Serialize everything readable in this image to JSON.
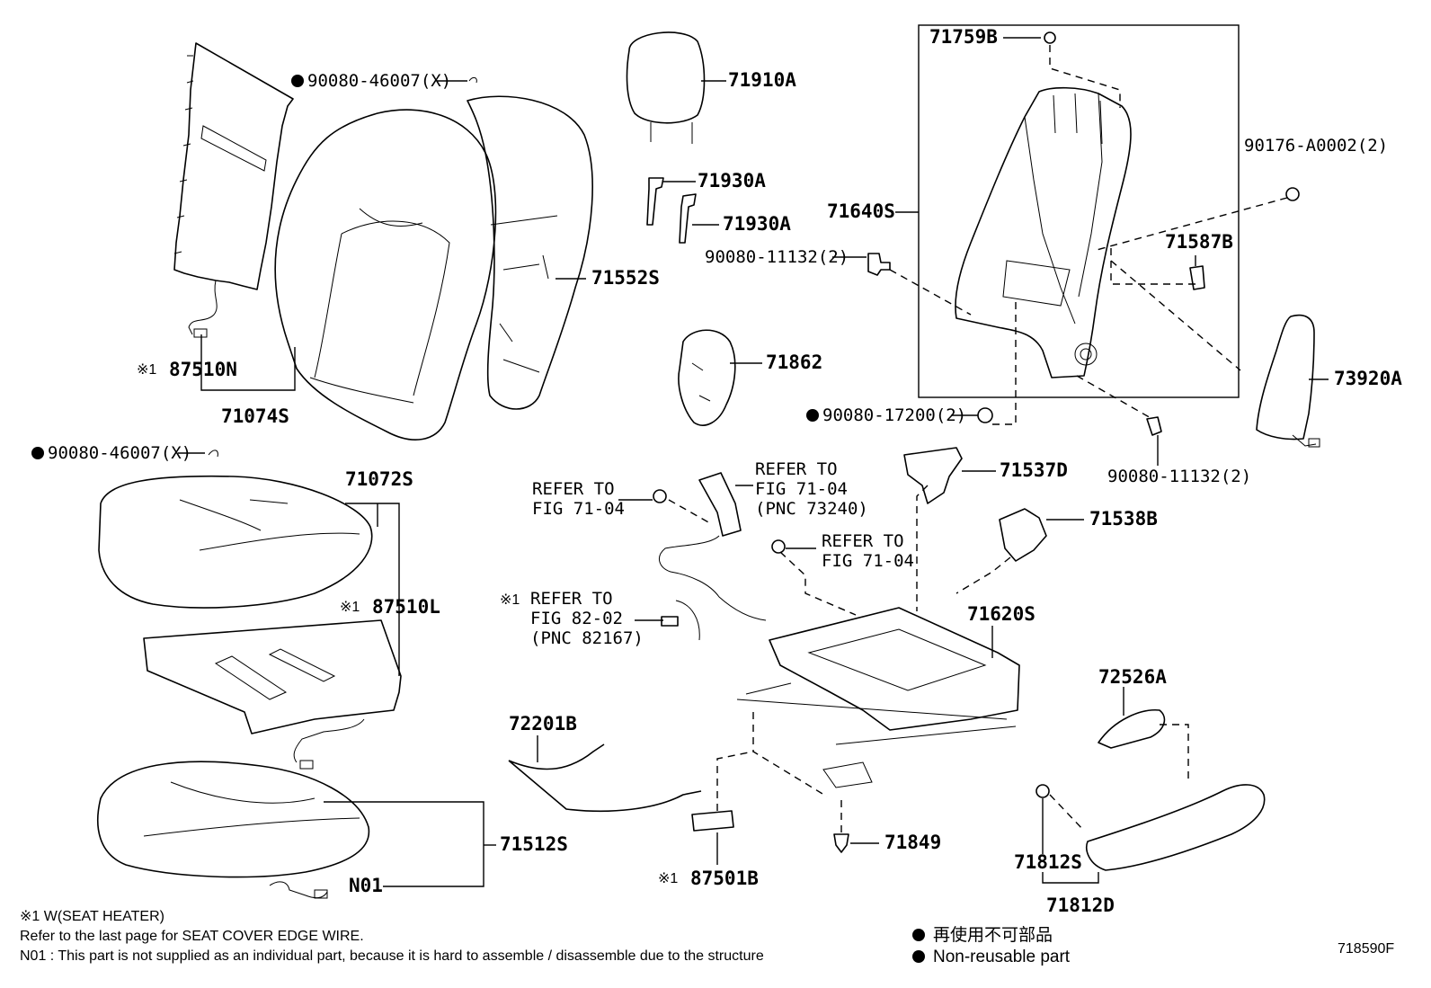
{
  "parts": {
    "p_87510N": "87510N",
    "p_71074S": "71074S",
    "p_90080_46007_top": "90080-46007(X)",
    "p_90080_46007_mid": "90080-46007(X)",
    "p_71552S": "71552S",
    "p_71910A": "71910A",
    "p_71930A_1": "71930A",
    "p_71930A_2": "71930A",
    "p_71862": "71862",
    "p_71759B": "71759B",
    "p_71640S": "71640S",
    "p_90080_11132_a": "90080-11132(2)",
    "p_90176": "90176-A0002(2)",
    "p_71587B": "71587B",
    "p_73920A": "73920A",
    "p_90080_17200": "90080-17200(2)",
    "p_90080_11132_b": "90080-11132(2)",
    "p_71537D": "71537D",
    "p_71538B": "71538B",
    "p_71072S": "71072S",
    "p_87510L": "87510L",
    "p_71620S": "71620S",
    "p_72526A": "72526A",
    "p_72201B": "72201B",
    "p_71849": "71849",
    "p_71512S": "71512S",
    "p_N01": "N01",
    "p_87501B": "87501B",
    "p_71812S": "71812S",
    "p_71812D": "71812D"
  },
  "refs": {
    "r1_l1": "REFER TO",
    "r1_l2": "FIG 71-04",
    "r2_l1": "REFER TO",
    "r2_l2": "FIG 71-04",
    "r2_l3": "(PNC 73240)",
    "r3_l1": "REFER TO",
    "r3_l2": "FIG 71-04",
    "r4_l1": "REFER TO",
    "r4_l2": "FIG 82-02",
    "r4_l3": "(PNC 82167)"
  },
  "marks": {
    "note1": "※1"
  },
  "footer": {
    "line1": "※1 W(SEAT  HEATER)",
    "line2": "Refer to the last page for SEAT COVER EDGE WIRE.",
    "line3": "N01 : This part is not supplied as an individual part, because it is hard to assemble / disassemble due to the structure",
    "legend_jp": "再使用不可部品",
    "legend_en": "Non-reusable part",
    "figure_id": "718590F"
  }
}
